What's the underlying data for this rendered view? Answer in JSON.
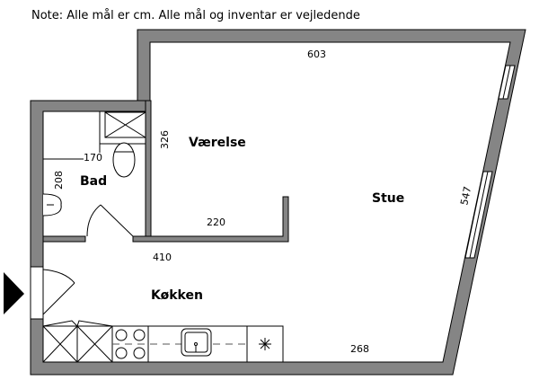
{
  "note": "Note: Alle mål er cm. Alle mål og inventar er vejledende",
  "rooms": {
    "vaerelse": "Værelse",
    "bad": "Bad",
    "stue": "Stue",
    "kokken": "Køkken"
  },
  "dimensions": {
    "top": "603",
    "vaerelse_height": "326",
    "bad_width": "170",
    "bad_height": "208",
    "stue_side": "547",
    "vaerelse_width": "220",
    "hall": "410",
    "bottom": "268"
  },
  "colors": {
    "wall": "#858585",
    "line": "#000000"
  }
}
